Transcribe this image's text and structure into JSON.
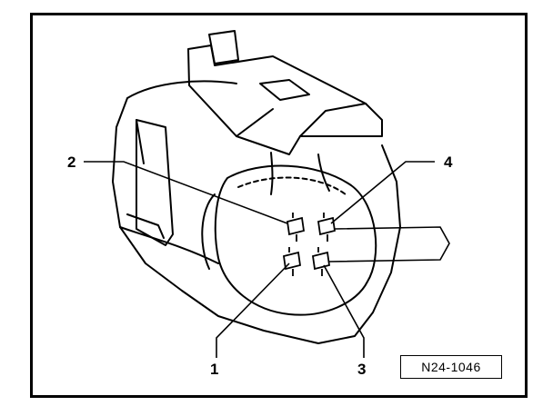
{
  "figure": {
    "pin_labels": [
      "1",
      "2",
      "3",
      "4"
    ],
    "reference_code": "N24-1046"
  }
}
